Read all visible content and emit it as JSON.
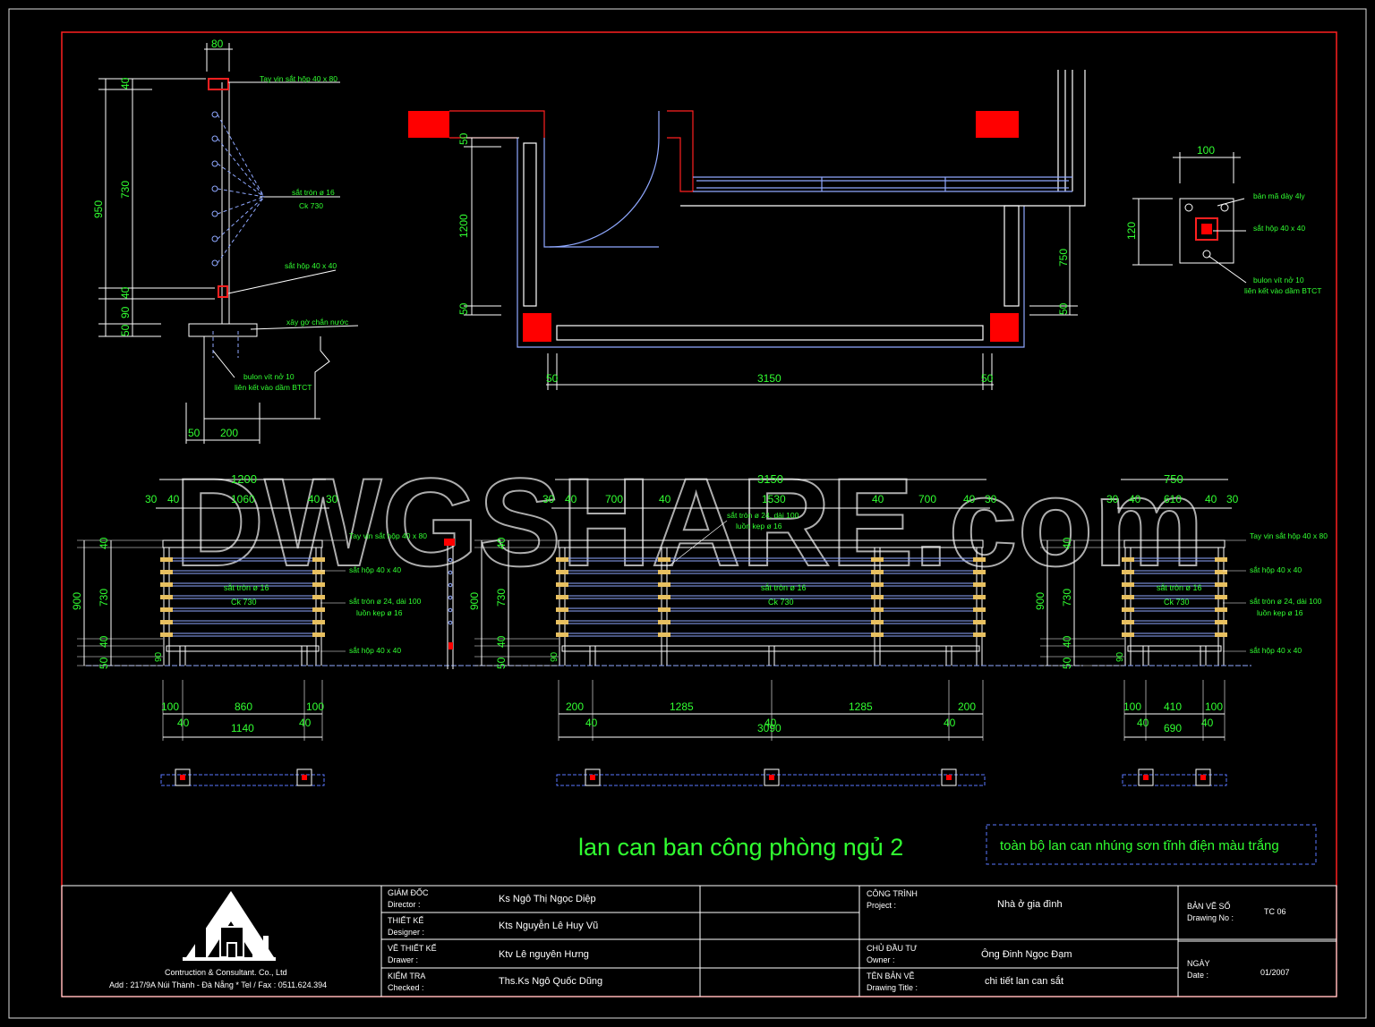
{
  "watermark": "DWGSHARE.com",
  "drawing_title": "lan can ban công phòng ngủ 2",
  "paint_note": "toàn bộ lan can nhúng sơn tĩnh điện màu trắng",
  "section": {
    "top_width": "80",
    "heights": [
      "40",
      "730",
      "40",
      "90",
      "50"
    ],
    "total": "950",
    "base_dims": [
      "50",
      "200"
    ],
    "labels": {
      "handrail": "Tay vịn sắt hộp 40 x 80",
      "round_bar": "sắt tròn ø 16",
      "round_bar_ck": "Ck  730",
      "box_steel": "sắt hộp 40 x 40",
      "curb": "xây gờ chắn nước",
      "bolt1": "bulon vít nở 10",
      "bolt2": "liên kết vào dầm BTCT"
    }
  },
  "plan": {
    "dims_left": [
      "50",
      "1200",
      "50"
    ],
    "dims_right": [
      "750",
      "50"
    ],
    "bottom": [
      "50",
      "3150",
      "50"
    ]
  },
  "base_detail": {
    "width": "100",
    "height": "120",
    "labels": [
      "bản mã dày 4ly",
      "sắt hộp 40 x 40",
      "bulon vít nở 10",
      "liên kết vào dầm BTCT"
    ]
  },
  "elev_left": {
    "top_total": "1200",
    "top_parts": [
      "30",
      "40",
      "1060",
      "40",
      "30"
    ],
    "heights": [
      "40",
      "730",
      "40",
      "50",
      "90"
    ],
    "total_h": "900",
    "inner1": "sắt tròn ø 16",
    "inner2": "Ck  730",
    "bottom_parts": [
      "100",
      "860",
      "100"
    ],
    "bottom_small": [
      "40",
      "40"
    ],
    "bottom_total": "1140",
    "side_labels": [
      "Tay vịn sắt hộp 40 x 80",
      "sắt hộp 40 x 40",
      "sắt tròn ø 24, dài 100",
      "luồn kẹp ø 16",
      "sắt hộp 40 x 40"
    ]
  },
  "elev_mid": {
    "top_total": "3150",
    "top_parts": [
      "30",
      "40",
      "700",
      "40",
      "1530",
      "40",
      "700",
      "40",
      "30"
    ],
    "heights": [
      "40",
      "730",
      "40",
      "50",
      "90"
    ],
    "total_h": "900",
    "note1": "sắt tròn ø 24, dài 100",
    "note2": "luồn kẹp ø 16",
    "inner1": "sắt tròn ø 16",
    "inner2": "Ck  730",
    "bottom_parts": [
      "200",
      "1285",
      "1285",
      "200"
    ],
    "bottom_small": [
      "40",
      "40",
      "40"
    ],
    "bottom_total": "3090"
  },
  "elev_right": {
    "top_total": "750",
    "top_parts": [
      "30",
      "40",
      "610",
      "40",
      "30"
    ],
    "heights": [
      "40",
      "730",
      "40",
      "50",
      "90"
    ],
    "total_h": "900",
    "inner1": "sắt tròn ø 16",
    "inner2": "Ck  730",
    "bottom_parts": [
      "100",
      "410",
      "100"
    ],
    "bottom_small": [
      "40",
      "40"
    ],
    "bottom_total": "690",
    "side_labels": [
      "Tay vịn sắt hộp 40 x 80",
      "sắt hộp 40 x 40",
      "sắt tròn ø 24, dài 100",
      "luồn kẹp ø 16",
      "sắt hộp 40 x 40"
    ]
  },
  "title_block": {
    "company": "Contruction & Consultant. Co., Ltd",
    "address": "Add : 217/9A Núi Thành - Đà Nẵng  *   Tel / Fax : 0511.624.394",
    "rows": [
      {
        "role": "GIÁM ĐỐC",
        "role_en": "Director :",
        "name": "Ks  Ngô Thị Ngọc Diệp"
      },
      {
        "role": "THIẾT KẾ",
        "role_en": "Designer :",
        "name": "Kts  Nguyễn Lê Huy Vũ"
      },
      {
        "role": "VẼ THIẾT KẾ",
        "role_en": "Drawer :",
        "name": "Ktv  Lê nguyên Hưng"
      },
      {
        "role": "KIỂM TRA",
        "role_en": "Checked :",
        "name": "Ths.Ks  Ngô Quốc Dũng"
      }
    ],
    "project_label": "CÔNG TRÌNH",
    "project_label_en": "Project :",
    "project_value": "Nhà ở gia đình",
    "owner_label": "CHỦ ĐẦU TƯ",
    "owner_label_en": "Owner :",
    "owner_value": "Ông Đinh Ngọc Đạm",
    "title_label": "TÊN BẢN VẼ",
    "title_label_en": "Drawing Title :",
    "title_value": "chi tiết lan can sắt",
    "drawing_no_label": "BẢN VẼ SỐ",
    "drawing_no_label_en": "Drawing No :",
    "drawing_no_value": "TC  06",
    "date_label": "NGÀY",
    "date_label_en": "Date :",
    "date_value": "01/2007"
  },
  "colors": {
    "dim": "#31ff31",
    "frame": "#ff2020",
    "line": "#8fa8ff",
    "fill": "#ff0000"
  }
}
